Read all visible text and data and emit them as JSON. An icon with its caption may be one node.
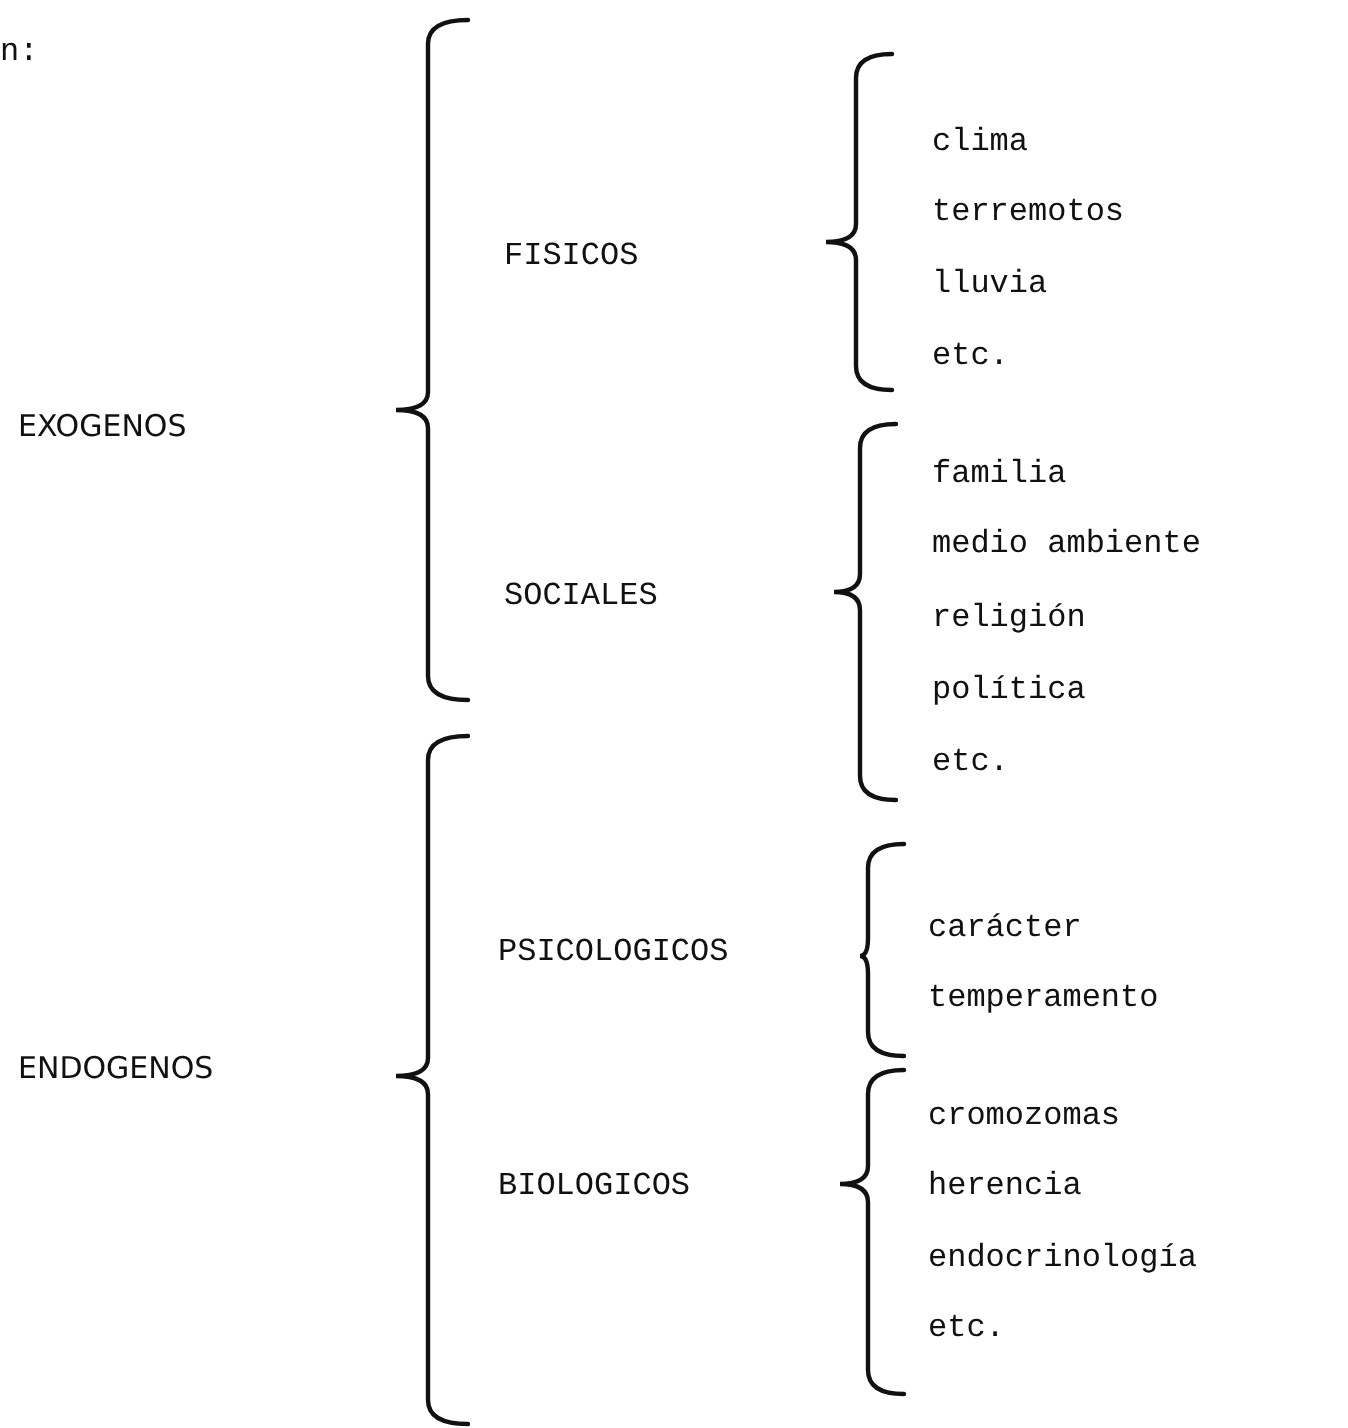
{
  "diagram": {
    "labels": [
      "n:",
      "EXOGENOS",
      "FISICOS",
      "clima",
      "terremotos",
      "lluvia",
      "etc.",
      "SOCIALES",
      "familia",
      "medio ambiente",
      "religión",
      "política",
      "etc.",
      "ENDOGENOS",
      "PSICOLOGICOS",
      "carácter",
      "temperamento",
      "BIOLOGICOS",
      "cromozomas",
      "herencia",
      "endocrinología",
      "etc."
    ]
  }
}
